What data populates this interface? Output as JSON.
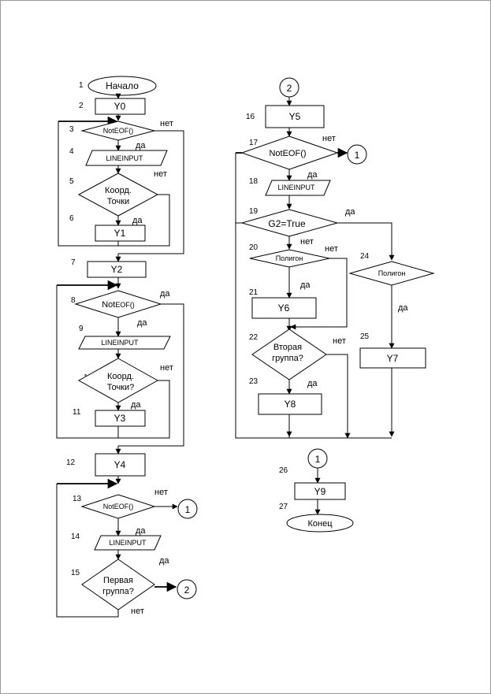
{
  "blocks": {
    "b1": {
      "num": "1",
      "text": "Начало"
    },
    "b2": {
      "num": "2",
      "text": "Y0"
    },
    "b3": {
      "num": "3",
      "text": "NotEOF()"
    },
    "b4": {
      "num": "4",
      "text": "LINEINPUT"
    },
    "b5": {
      "num": "5",
      "line1": "Коорд.",
      "line2": "Точки"
    },
    "b6": {
      "num": "6",
      "text": "Y1"
    },
    "b7": {
      "num": "7",
      "text": "Y2"
    },
    "b8": {
      "num": "8",
      "text_pre": "Not",
      "text_sub": "EOF()"
    },
    "b9": {
      "num": "9",
      "text": "LINEINPUT"
    },
    "b10": {
      "num": "10",
      "line1": "Коорд.",
      "line2": "Точки?"
    },
    "b11": {
      "num": "11",
      "text": "Y3"
    },
    "b12": {
      "num": "12",
      "text": "Y4"
    },
    "b13": {
      "num": "13",
      "text": "NotEOF()"
    },
    "b14": {
      "num": "14",
      "text": "LINEINPUT"
    },
    "b15": {
      "num": "15",
      "line1": "Первая",
      "line2": "группа?"
    },
    "b16": {
      "num": "16",
      "text": "Y5"
    },
    "b17": {
      "num": "17",
      "text": "NotEOF()"
    },
    "b18": {
      "num": "18",
      "text": "LINEINPUT"
    },
    "b19": {
      "num": "19",
      "text": "G2=True"
    },
    "b20": {
      "num": "20",
      "text": "Полигон"
    },
    "b21": {
      "num": "21",
      "text": "Y6"
    },
    "b22": {
      "num": "22",
      "line1": "Вторая",
      "line2": "группа?"
    },
    "b23": {
      "num": "23",
      "text": "Y8"
    },
    "b24": {
      "num": "24",
      "text": "Полигон"
    },
    "b25": {
      "num": "25",
      "text": "Y7"
    },
    "b26": {
      "num": "26",
      "text": "Y9"
    },
    "b27": {
      "num": "27",
      "text": "Конец"
    }
  },
  "connectors": {
    "c1": "1",
    "c2": "2"
  },
  "yes": "да",
  "no": "нет"
}
